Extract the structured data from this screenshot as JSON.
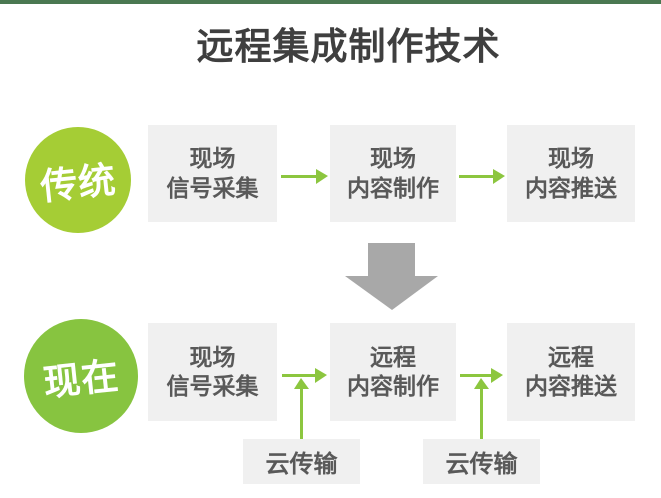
{
  "title": "远程集成制作技术",
  "colors": {
    "top_bar": "#4a7851",
    "badge_traditional": "#a5cd35",
    "badge_current": "#87c440",
    "arrow_green": "#8cc63f",
    "arrow_gray": "#a8a8a8",
    "box_background": "#f0f0f0",
    "box_text": "#595959",
    "title_text": "#3f3f3f"
  },
  "rows": [
    {
      "badge": "传统",
      "steps": [
        {
          "line1": "现场",
          "line2": "信号采集"
        },
        {
          "line1": "现场",
          "line2": "内容制作"
        },
        {
          "line1": "现场",
          "line2": "内容推送"
        }
      ]
    },
    {
      "badge": "现在",
      "steps": [
        {
          "line1": "现场",
          "line2": "信号采集"
        },
        {
          "line1": "远程",
          "line2": "内容制作"
        },
        {
          "line1": "远程",
          "line2": "内容推送"
        }
      ]
    }
  ],
  "cloud_boxes": [
    {
      "label": "云传输"
    },
    {
      "label": "云传输"
    }
  ]
}
